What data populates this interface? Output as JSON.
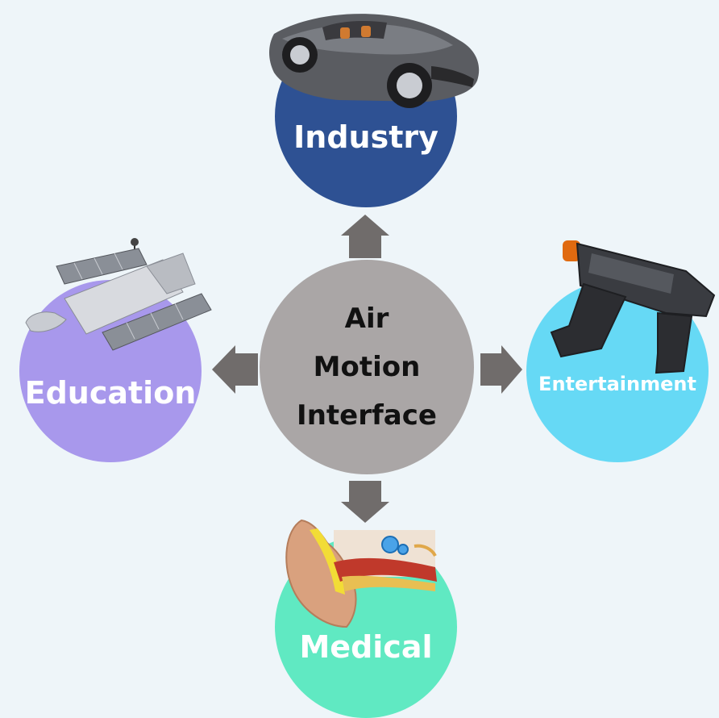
{
  "center": {
    "lines": [
      "Air",
      "Motion",
      "Interface"
    ],
    "color": "#aaa6a6"
  },
  "nodes": {
    "industry": {
      "label": "Industry",
      "color": "#2e5193",
      "icon": "car-icon"
    },
    "education": {
      "label": "Education",
      "color": "#a898ec",
      "icon": "satellite-icon"
    },
    "entertainment": {
      "label": "Entertainment",
      "color": "#66d9f5",
      "icon": "blaster-gun-icon"
    },
    "medical": {
      "label": "Medical",
      "color": "#60e9c2",
      "icon": "ear-anatomy-icon"
    }
  },
  "arrow_color": "#706c6b",
  "background": "#eef5f9"
}
